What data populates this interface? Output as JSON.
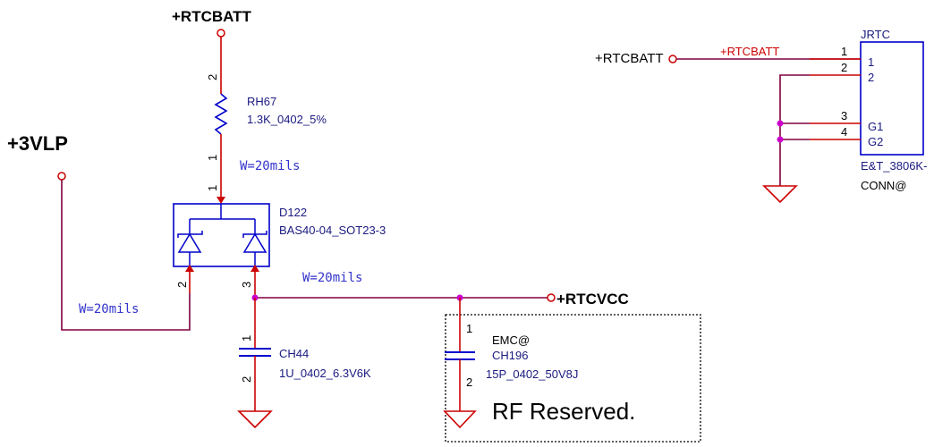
{
  "colors": {
    "wire": "#800040",
    "component": "#0000cc",
    "red": "#cc0000",
    "junction": "#cc00cc",
    "text": "#000000",
    "label_blue": "#1a1a80",
    "width_note": "#3333cc",
    "box": "#000000"
  },
  "power": {
    "rtcbatt_top": "+RTCBATT",
    "vlp": "+3VLP",
    "rtcvcc": "+RTCVCC",
    "rtcbatt_conn": "+RTCBATT",
    "rtcbatt_wire_label": "+RTCBATT"
  },
  "resistor": {
    "ref": "RH67",
    "value": "1.3K_0402_5%",
    "pin_top": "2",
    "pin_bottom": "1"
  },
  "diode": {
    "ref": "D122",
    "value": "BAS40-04_SOT23-3",
    "pin_top": "1",
    "pin_left": "2",
    "pin_right": "3"
  },
  "cap_ch44": {
    "ref": "CH44",
    "value": "1U_0402_6.3V6K",
    "pin_top": "1",
    "pin_bottom": "2"
  },
  "cap_ch196": {
    "ref": "CH196",
    "option": "EMC@",
    "value": "15P_0402_50V8J",
    "pin_top": "1",
    "pin_bottom": "2"
  },
  "connector": {
    "ref": "JRTC",
    "part": "E&T_3806K-",
    "option": "CONN@",
    "pins": [
      {
        "num": "1",
        "name": "1"
      },
      {
        "num": "2",
        "name": "2"
      },
      {
        "num": "3",
        "name": "G1"
      },
      {
        "num": "4",
        "name": "G2"
      }
    ]
  },
  "width_notes": {
    "resistor_out": "W=20mils",
    "rtcvcc_net": "W=20mils",
    "vlp_net": "W=20mils"
  },
  "rf_box": {
    "label": "RF Reserved."
  }
}
